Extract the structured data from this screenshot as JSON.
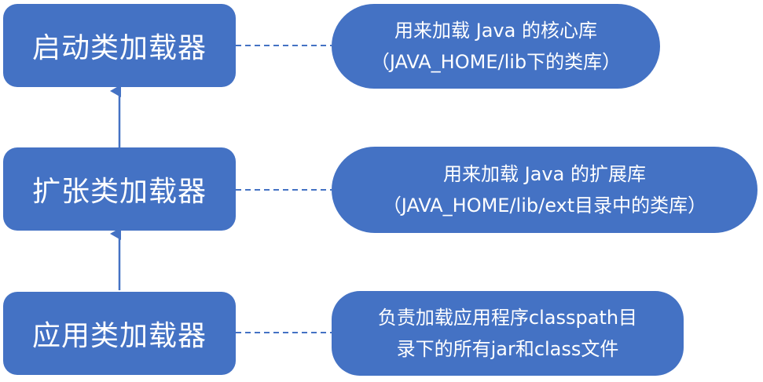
{
  "loaders": [
    {
      "label": "启动类加载器",
      "desc_line1": "用来加载 Java 的核心库",
      "desc_line2": "（JAVA_HOME/lib下的类库）"
    },
    {
      "label": "扩张类加载器",
      "desc_line1": "用来加载 Java 的扩展库",
      "desc_line2": "（JAVA_HOME/lib/ext目录中的类库）"
    },
    {
      "label": "应用类加载器",
      "desc_line1": "负责加载应用程序classpath目",
      "desc_line2": "录下的所有jar和class文件"
    }
  ],
  "colors": {
    "box_fill": "#4472c4",
    "text": "#ffffff",
    "connector": "#4472c4"
  }
}
